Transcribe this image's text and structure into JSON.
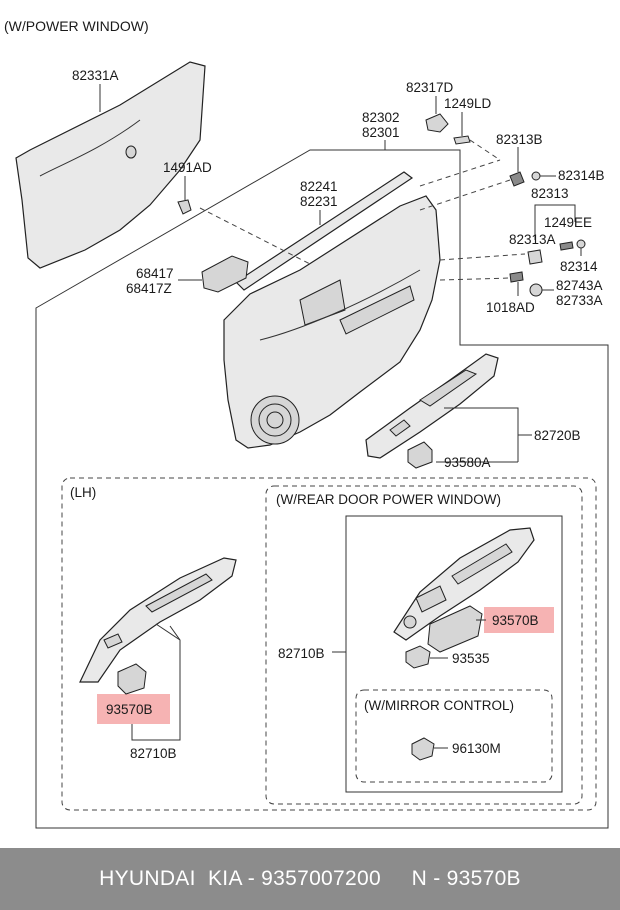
{
  "title": "(W/POWER WINDOW)",
  "sections": {
    "lh": "(LH)",
    "rear_door": "(W/REAR DOOR POWER WINDOW)",
    "mirror": "(W/MIRROR CONTROL)"
  },
  "parts": {
    "p82331A": "82331A",
    "p82317D": "82317D",
    "p1249LD": "1249LD",
    "p82302": "82302",
    "p82301": "82301",
    "p82313B": "82313B",
    "p82314B": "82314B",
    "p1491AD": "1491AD",
    "p82313": "82313",
    "p1249EE": "1249EE",
    "p82241": "82241",
    "p82231": "82231",
    "p82313A": "82313A",
    "p82314": "82314",
    "p68417": "68417",
    "p68417Z": "68417Z",
    "p82743A": "82743A",
    "p82733A": "82733A",
    "p1018AD": "1018AD",
    "p82720B": "82720B",
    "p93580A": "93580A",
    "p82710B_rear": "82710B",
    "p93570B_rear": "93570B",
    "p93535": "93535",
    "p96130M": "96130M",
    "p93570B_lh": "93570B",
    "p82710B_lh": "82710B"
  },
  "highlight_color": "#f4a0a0",
  "footer": "HYUNDAI  KIA - 9357007200     N - 93570B"
}
